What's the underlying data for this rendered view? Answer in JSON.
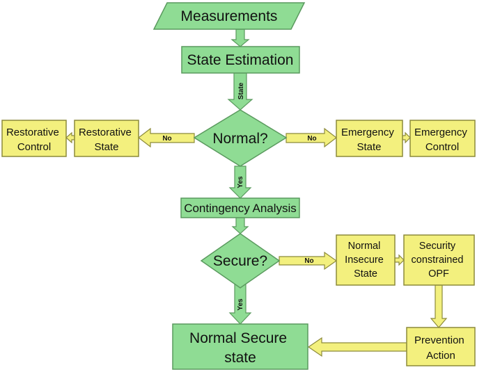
{
  "nodes": {
    "measurements": "Measurements",
    "state_estimation": "State Estimation",
    "normal_question": "Normal?",
    "restorative_state": [
      "Restorative",
      "State"
    ],
    "restorative_control": [
      "Restorative",
      "Control"
    ],
    "emergency_state": [
      "Emergency",
      "State"
    ],
    "emergency_control": [
      "Emergency",
      "Control"
    ],
    "contingency_analysis": "Contingency Analysis",
    "secure_question": "Secure?",
    "normal_insecure_state": [
      "Normal",
      "Insecure",
      "State"
    ],
    "security_constrained_opf": [
      "Security",
      "constrained",
      "OPF"
    ],
    "prevention_action": [
      "Prevention",
      "Action"
    ],
    "normal_secure_state": [
      "Normal Secure",
      "state"
    ]
  },
  "edges": {
    "state": "State",
    "no_left": "No",
    "no_right": "No",
    "yes_normal": "Yes",
    "no_secure": "No",
    "yes_secure": "Yes"
  },
  "colors": {
    "green_fill": "#8fdc94",
    "green_stroke": "#5a9a5e",
    "yellow_fill": "#f3f07e",
    "yellow_stroke": "#8c8a3a"
  }
}
